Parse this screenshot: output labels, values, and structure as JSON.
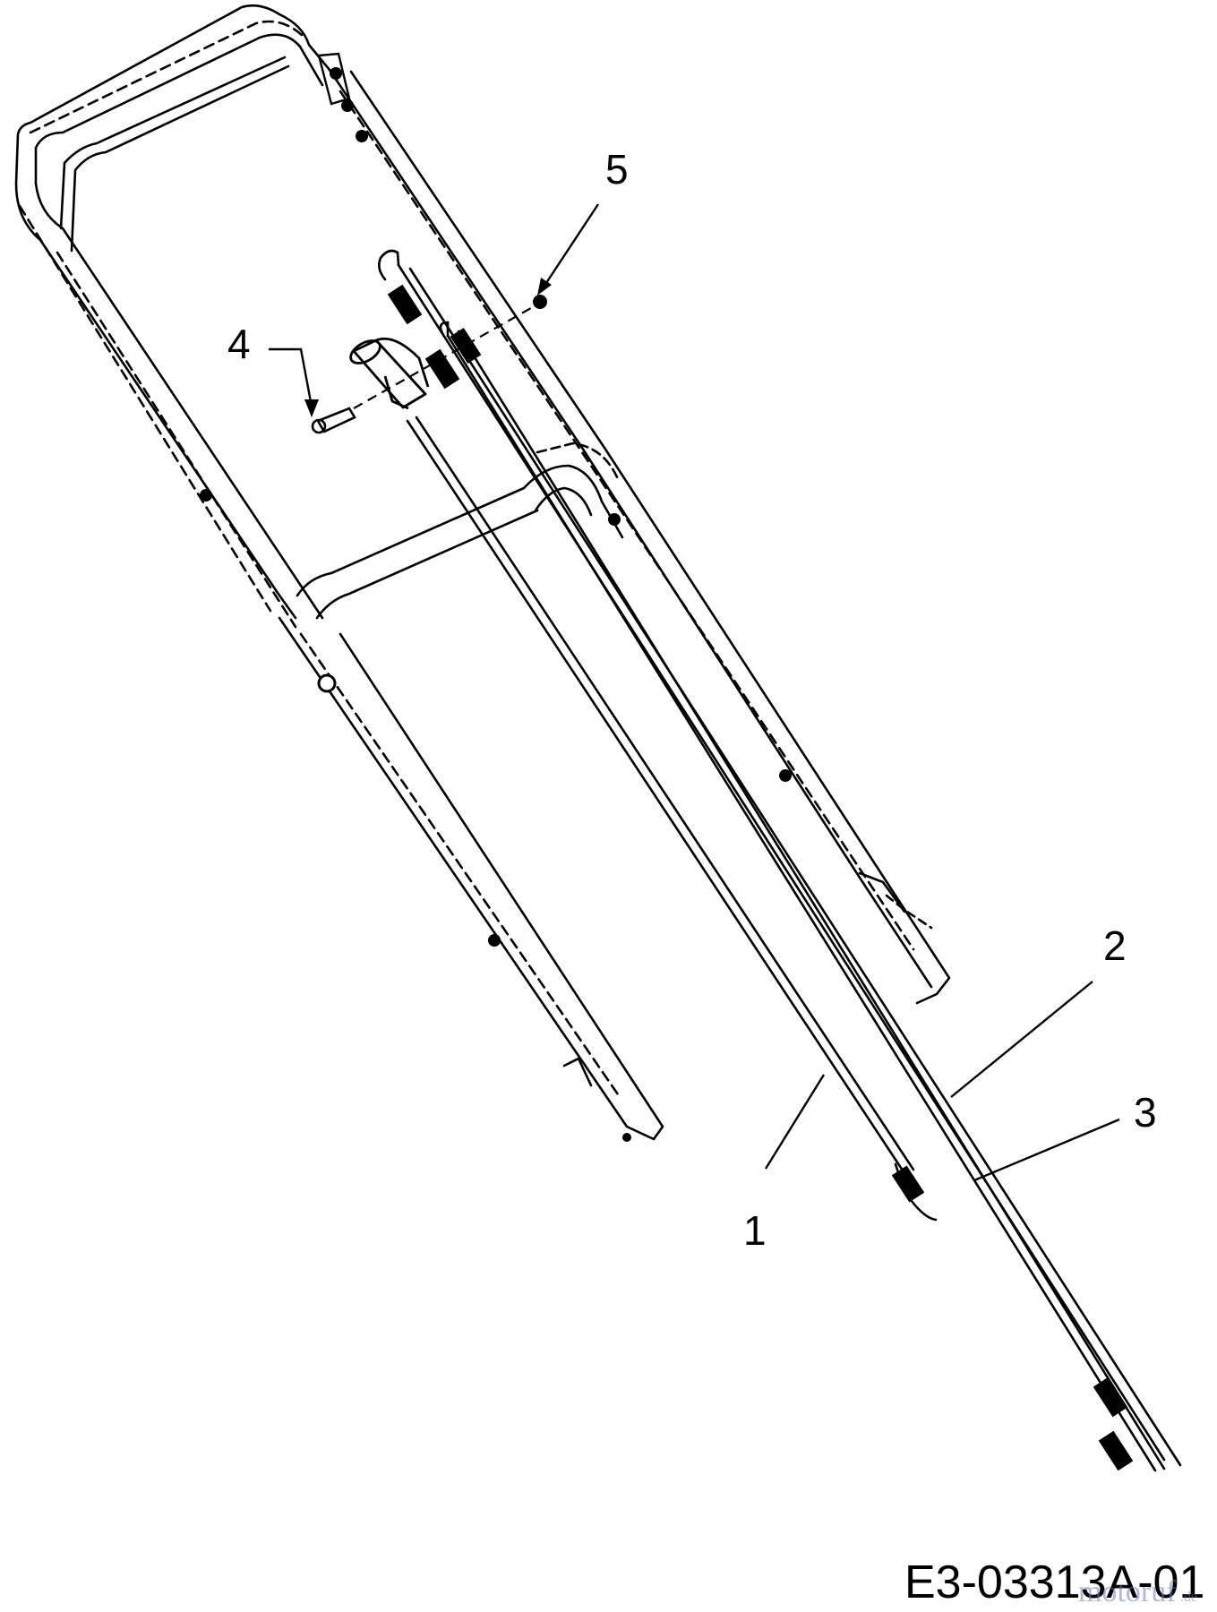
{
  "labels": [
    "1",
    "2",
    "3",
    "4",
    "5"
  ],
  "drawing_code": "E3-03313A-01",
  "watermark": {
    "main": "motoruf",
    "suffix": ".de"
  },
  "colors": {
    "line": "#000000",
    "background": "#ffffff",
    "watermark": "#6f7fb8"
  }
}
